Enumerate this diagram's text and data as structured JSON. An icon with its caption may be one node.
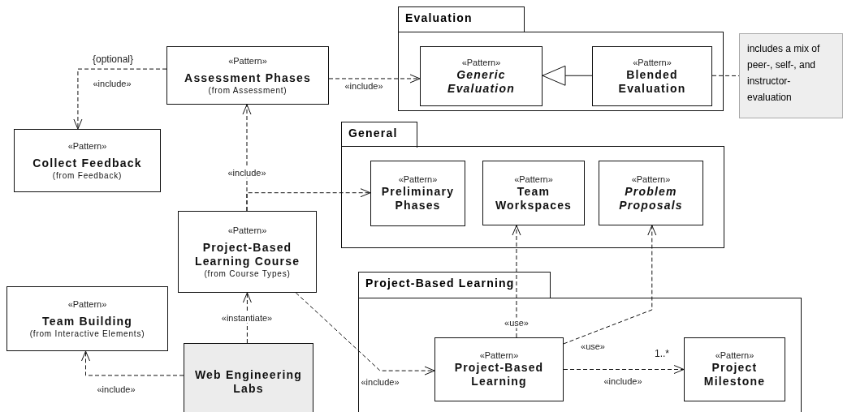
{
  "diagram": {
    "nodes": [
      {
        "text": [
          "«Pattern»",
          "Assessment Phases",
          "(from Assessment)"
        ]
      },
      {
        "text": [
          "«Pattern»",
          "Collect Feedback",
          "(from Feedback)"
        ]
      },
      {
        "text": [
          "Evaluation"
        ]
      },
      {
        "text": [
          "«Pattern»",
          "Generic Evaluation"
        ],
        "in": 2
      },
      {
        "text": [
          "«Pattern»",
          "Blended Evaluation"
        ],
        "in": 2
      },
      {
        "text": [
          "includes a mix of peer-, self-, and instructor-evaluation"
        ]
      },
      {
        "text": [
          "General"
        ]
      },
      {
        "text": [
          "«Pattern»",
          "Preliminary Phases"
        ],
        "in": 6
      },
      {
        "text": [
          "«Pattern»",
          "Team Workspaces"
        ],
        "in": 6
      },
      {
        "text": [
          "«Pattern»",
          "Problem Proposals"
        ],
        "in": 6
      },
      {
        "text": [
          "«Pattern»",
          "Project-Based Learning Course",
          "(from Course Types)"
        ]
      },
      {
        "text": [
          "«Pattern»",
          "Team Building",
          "(from Interactive Elements)"
        ]
      },
      {
        "text": [
          "Project-Based Learning"
        ]
      },
      {
        "text": [
          "«Pattern»",
          "Project-Based Learning"
        ],
        "in": 12
      },
      {
        "text": [
          "«Pattern»",
          "Project Milestone"
        ],
        "in": 12
      },
      {
        "text": [
          "Web Engineering Labs"
        ]
      }
    ],
    "edges": [
      {
        "from": 0,
        "to": 1,
        "arrow": "to",
        "label": "«include»",
        "style": "dashed"
      },
      {
        "from": 0,
        "to": 3,
        "arrow": "to",
        "label": "«include»",
        "style": "dashed"
      },
      {
        "from": 4,
        "to": 3,
        "arrow": "to"
      },
      {
        "from": 4,
        "to": 5,
        "arrow": "none",
        "style": "dashed"
      },
      {
        "from": 10,
        "to": 0,
        "arrow": "to",
        "label": "«include»",
        "style": "dashed"
      },
      {
        "from": 10,
        "to": 7,
        "arrow": "to",
        "style": "dashed"
      },
      {
        "from": 15,
        "to": 10,
        "arrow": "to",
        "label": "«instantiate»",
        "style": "dashed"
      },
      {
        "from": 15,
        "to": 11,
        "arrow": "to",
        "label": "«include»",
        "style": "dashed"
      },
      {
        "from": 10,
        "to": 13,
        "arrow": "to",
        "label": "«include»",
        "style": "dashed"
      },
      {
        "from": 13,
        "to": 8,
        "arrow": "to",
        "label": "«use»",
        "style": "dashed"
      },
      {
        "from": 13,
        "to": 9,
        "arrow": "to",
        "label": "«use»",
        "style": "dashed"
      },
      {
        "from": 13,
        "to": 14,
        "arrow": "to",
        "label": "«include»",
        "style": "dashed"
      }
    ],
    "labels": [
      "{optional}",
      "1..*"
    ]
  }
}
